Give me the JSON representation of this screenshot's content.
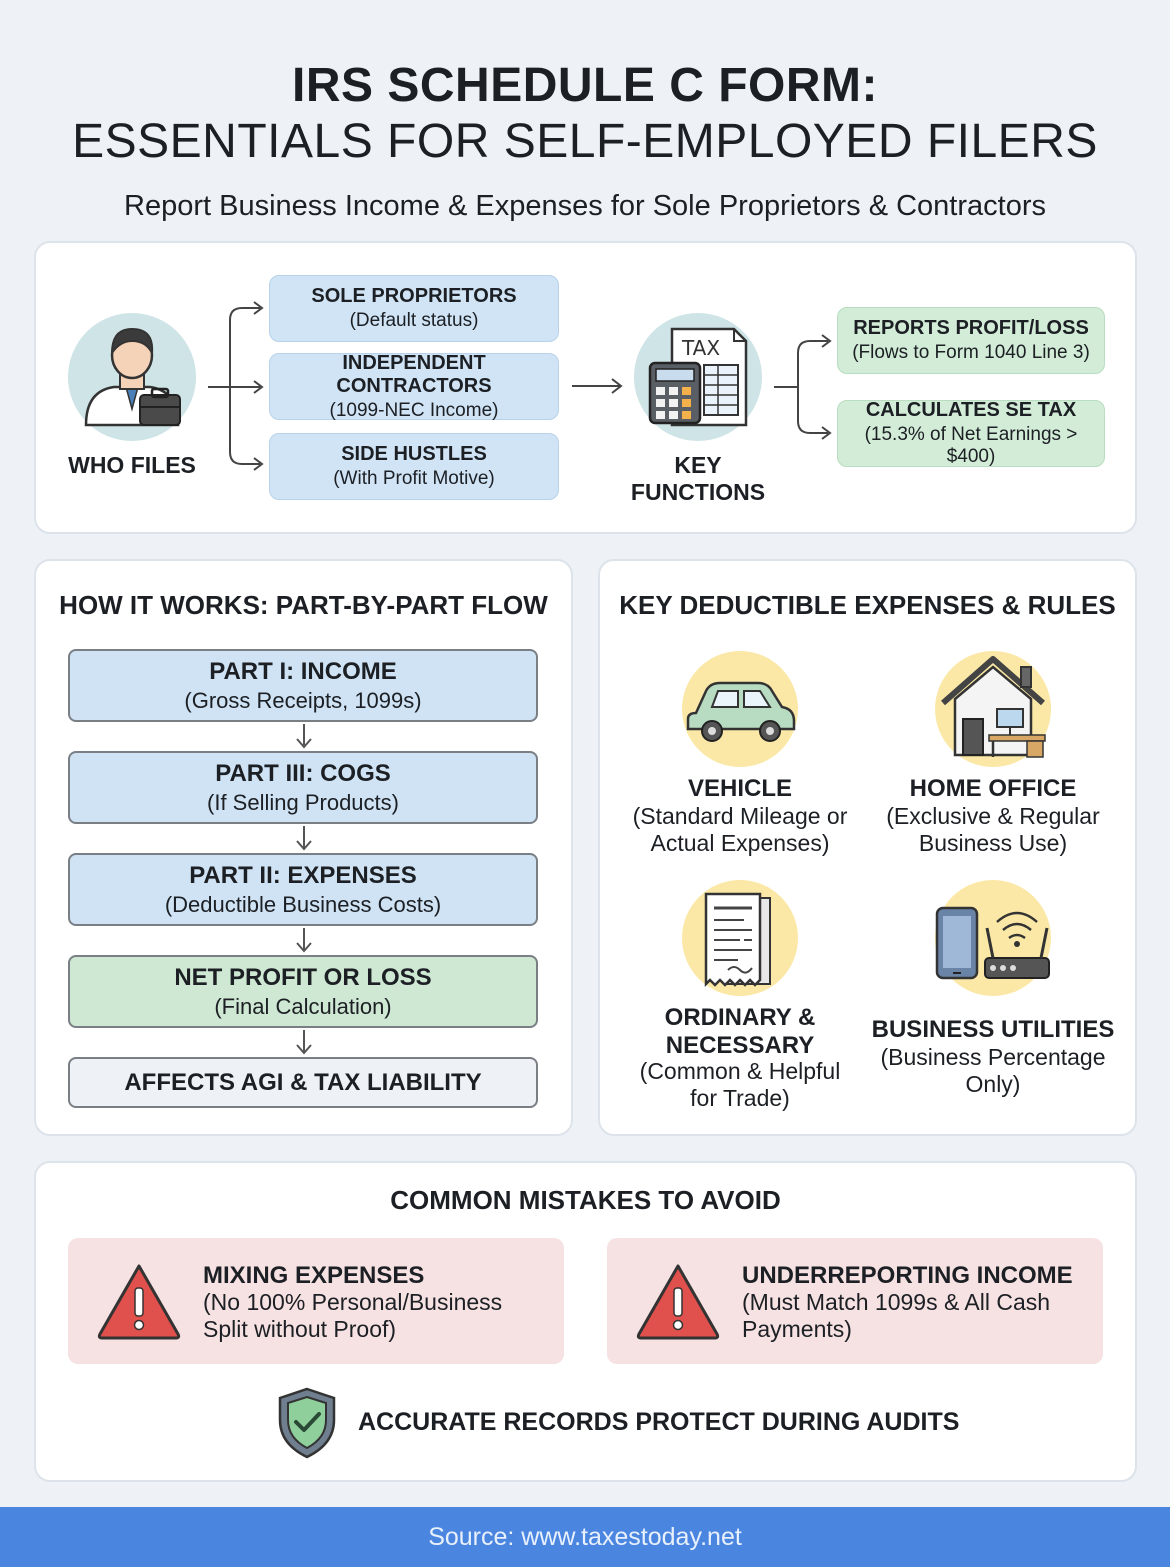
{
  "header": {
    "title_line1": "IRS SCHEDULE C FORM:",
    "title_line2": "ESSENTIALS FOR SELF-EMPLOYED FILERS",
    "subtitle": "Report Business Income & Expenses for Sole Proprietors & Contractors"
  },
  "top": {
    "who_files_label": "WHO FILES",
    "filers": [
      {
        "title": "SOLE PROPRIETORS",
        "detail": "(Default status)"
      },
      {
        "title": "INDEPENDENT CONTRACTORS",
        "detail": "(1099-NEC Income)"
      },
      {
        "title": "SIDE HUSTLES",
        "detail": "(With Profit Motive)"
      }
    ],
    "tax_icon_text": "TAX",
    "key_functions_label_line1": "KEY",
    "key_functions_label_line2": "FUNCTIONS",
    "functions": [
      {
        "title": "REPORTS PROFIT/LOSS",
        "detail": "(Flows to Form 1040 Line 3)"
      },
      {
        "title": "CALCULATES SE TAX",
        "detail": "(15.3% of Net Earnings > $400)"
      }
    ]
  },
  "flow": {
    "title": "HOW IT WORKS: PART-BY-PART FLOW",
    "steps": [
      {
        "title": "PART I: INCOME",
        "detail": "(Gross Receipts, 1099s)"
      },
      {
        "title": "PART III: COGS",
        "detail": "(If Selling Products)"
      },
      {
        "title": "PART II: EXPENSES",
        "detail": "(Deductible Business Costs)"
      },
      {
        "title": "NET PROFIT OR LOSS",
        "detail": "(Final Calculation)"
      },
      {
        "title": "AFFECTS AGI & TAX LIABILITY",
        "detail": ""
      }
    ]
  },
  "expenses": {
    "title": "KEY DEDUCTIBLE EXPENSES & RULES",
    "items": [
      {
        "title": "VEHICLE",
        "detail_line1": "(Standard Mileage or",
        "detail_line2": "Actual Expenses)"
      },
      {
        "title": "HOME OFFICE",
        "detail_line1": "(Exclusive & Regular",
        "detail_line2": "Business Use)"
      },
      {
        "title_line1": "ORDINARY &",
        "title_line2": "NECESSARY",
        "detail_line1": "(Common & Helpful",
        "detail_line2": "for Trade)"
      },
      {
        "title": "BUSINESS UTILITIES",
        "detail_line1": "(Business Percentage",
        "detail_line2": "Only)"
      }
    ]
  },
  "mistakes": {
    "title": "COMMON MISTAKES TO AVOID",
    "items": [
      {
        "title": "MIXING EXPENSES",
        "detail_line1": "(No 100% Personal/Business",
        "detail_line2": "Split without Proof)"
      },
      {
        "title": "UNDERREPORTING INCOME",
        "detail_line1": "(Must Match 1099s & All Cash",
        "detail_line2": "Payments)"
      }
    ],
    "note": "ACCURATE RECORDS PROTECT DURING AUDITS"
  },
  "footer": {
    "source": "Source: www.taxestoday.net"
  },
  "colors": {
    "blue_pill": "#d0e4f5",
    "green_pill": "#d2ecd7",
    "icon_circle_teal": "#cfe4e6",
    "icon_circle_yellow": "#fbe8a6",
    "warning_red": "#e0504d",
    "footer_blue": "#4a86e0"
  }
}
